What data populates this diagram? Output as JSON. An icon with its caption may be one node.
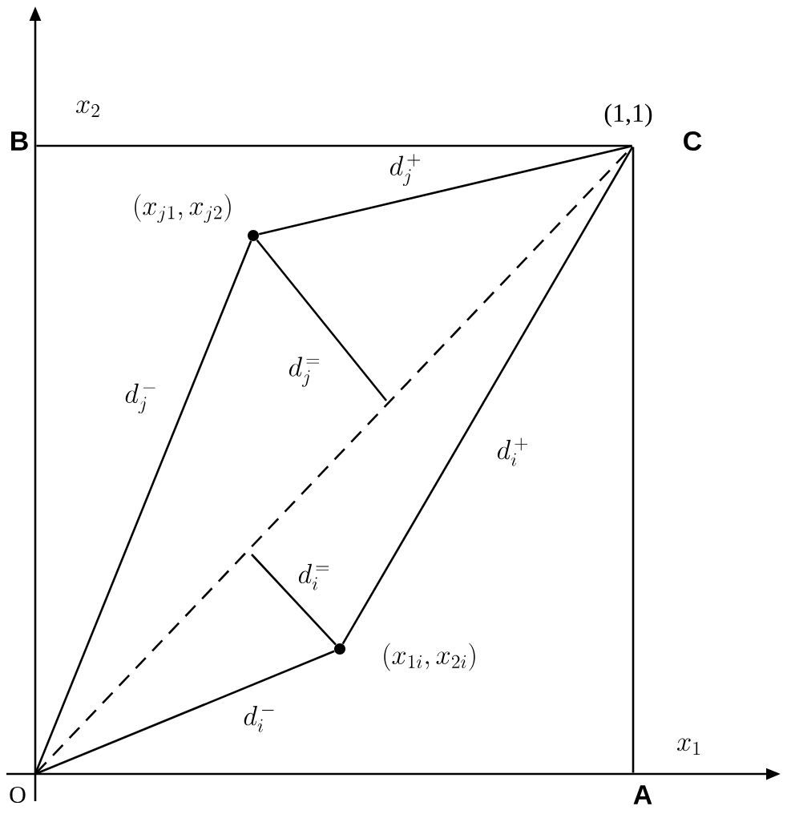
{
  "diagram": {
    "nodes": [
      {
        "text": [
          "O"
        ]
      },
      {
        "text": [
          "A"
        ]
      },
      {
        "text": [
          "B"
        ]
      },
      {
        "text": [
          "C"
        ],
        "beside": [
          "(1,1)"
        ]
      },
      {
        "text": [
          "(x_{j1},x_{j2})"
        ]
      },
      {
        "text": [
          "(x_{1i},x_{2i})"
        ]
      }
    ],
    "edges": [
      {
        "from": 0,
        "to": 4,
        "arrow": "none",
        "label": "d_j^{\\,-}"
      },
      {
        "from": 4,
        "to": 3,
        "arrow": "none",
        "label": "d_j^{\\,+}"
      },
      {
        "from": 4,
        "to": null,
        "arrow": "none",
        "label": "d_j^{\\,=}"
      },
      {
        "from": 0,
        "to": 5,
        "arrow": "none",
        "label": "d_i^{\\,-}"
      },
      {
        "from": 5,
        "to": 3,
        "arrow": "none",
        "label": "d_i^{\\,+}"
      },
      {
        "from": 5,
        "to": null,
        "arrow": "none",
        "label": "d_i^{\\,=}"
      },
      {
        "from": 0,
        "to": 3,
        "arrow": "none",
        "style": "dashed"
      },
      {
        "from": 2,
        "to": 3,
        "arrow": "none"
      },
      {
        "from": 1,
        "to": 3,
        "arrow": "none"
      }
    ],
    "labels": [
      "x_2",
      "x_1"
    ]
  }
}
